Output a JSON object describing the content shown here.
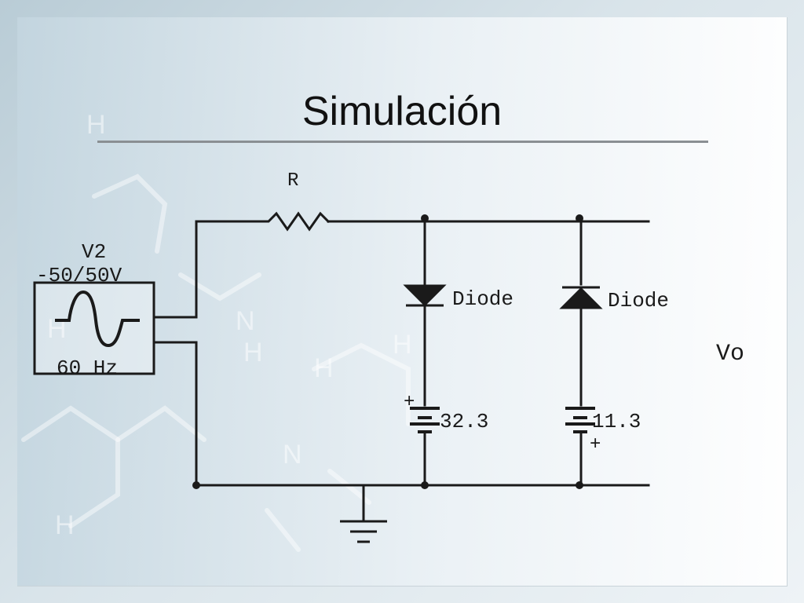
{
  "title": "Simulación",
  "components": {
    "resistor": {
      "label": "R"
    },
    "source": {
      "name": "V2",
      "amplitude": "-50/50V",
      "frequency": "60 Hz"
    },
    "diode_1": {
      "label": "Diode"
    },
    "diode_2": {
      "label": "Diode"
    },
    "battery_1": {
      "value": "32.3",
      "polarity": "+"
    },
    "battery_2": {
      "value": "11.3",
      "polarity": "+"
    },
    "output": {
      "label": "Vo"
    }
  }
}
